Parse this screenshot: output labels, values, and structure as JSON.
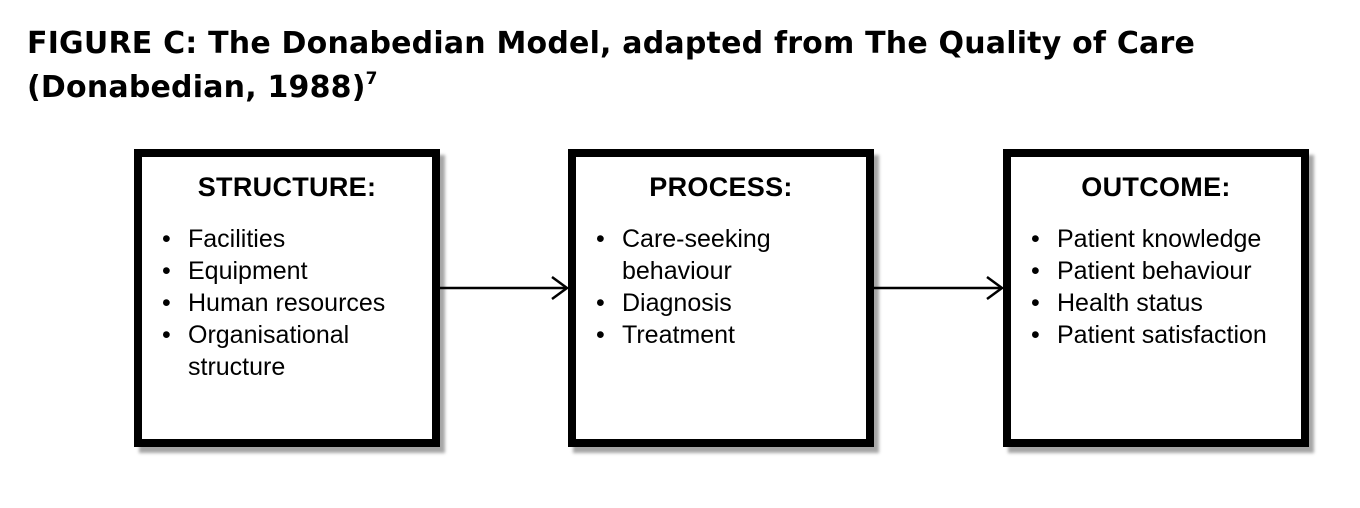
{
  "figure": {
    "title_line1": "FIGURE C: The Donabedian Model, adapted from The Quality of Care",
    "title_line2": "(Donabedian, 1988)",
    "title_superscript": "7"
  },
  "boxes": [
    {
      "heading": "STRUCTURE:",
      "items": [
        "Facilities",
        "Equipment",
        "Human resources",
        "Organisational structure"
      ]
    },
    {
      "heading": "PROCESS:",
      "items": [
        "Care-seeking behaviour",
        "Diagnosis",
        "Treatment"
      ]
    },
    {
      "heading": "OUTCOME:",
      "items": [
        "Patient knowledge",
        "Patient behaviour",
        "Health status",
        "Patient satisfaction"
      ]
    }
  ],
  "bullet_glyph": "•",
  "colors": {
    "border": "#000000",
    "background": "#ffffff",
    "text": "#000000"
  }
}
